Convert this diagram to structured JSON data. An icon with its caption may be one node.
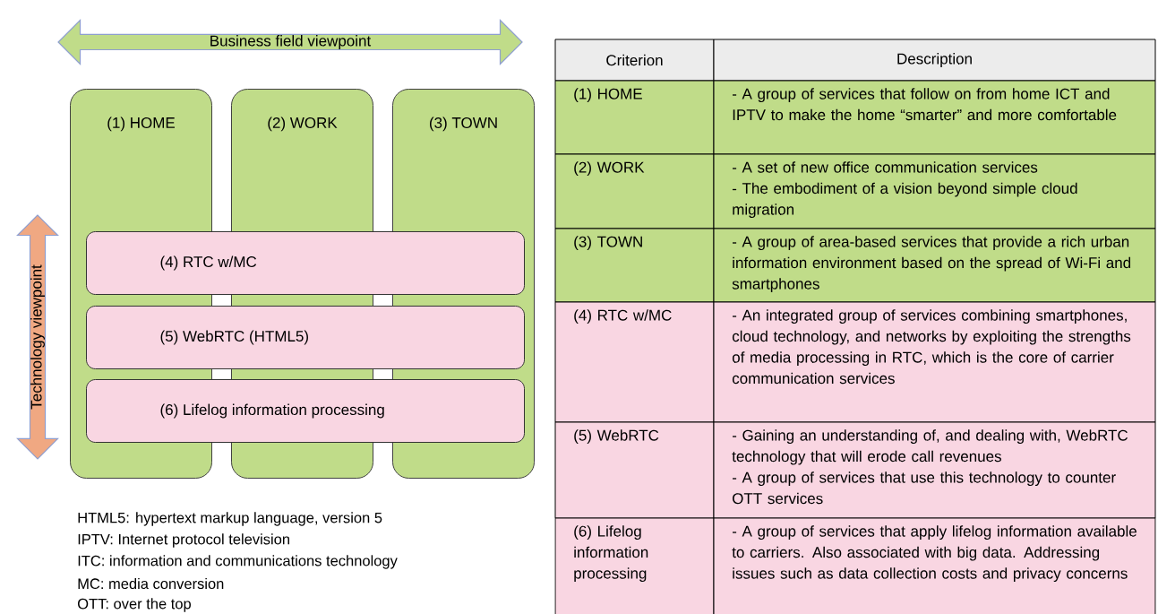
{
  "diagram": {
    "nodes": [
      {
        "text": [
          "Business field viewpoint"
        ]
      },
      {
        "text": [
          "Technology viewpoint"
        ]
      },
      {
        "text": [
          "(1) HOME"
        ]
      },
      {
        "text": [
          "(2) WORK"
        ]
      },
      {
        "text": [
          "(3) TOWN"
        ]
      },
      {
        "text": [
          "(4) RTC w/MC"
        ]
      },
      {
        "text": [
          "(5) WebRTC (HTML5)"
        ]
      },
      {
        "text": [
          "(6) Lifelog information processing"
        ]
      }
    ],
    "labels": [
      "HTML5: hypertext markup language, version 5",
      "IPTV: Internet protocol television",
      "ITC: information and communications technology",
      "MC: media conversion",
      "OTT: over the top",
      "Criterion",
      "Description",
      "(1) HOME",
      "- A group of services that follow on from home ICT and IPTV to make the home “smarter” and more comfortable",
      "(2) WORK",
      "- A set of new office communication services",
      "- The embodiment of a vision beyond simple cloud migration",
      "(3) TOWN",
      "- A group of area-based services that provide a rich urban information environment based on the spread of Wi-Fi and smartphones",
      "(4) RTC w/MC",
      "- An integrated group of services combining smartphones, cloud technology, and networks by exploiting the strengths of media processing in RTC, which is the core of carrier communication services",
      "(5) WebRTC",
      "- Gaining an understanding of, and dealing with, WebRTC technology that will erode call revenues",
      "- A group of services that use this technology to counter OTT services",
      "(6) Lifelog information processing",
      "- A group of services that apply lifelog information available to carriers. Also associated with big data. Addressing issues such as data collection costs and privacy concerns"
    ]
  }
}
